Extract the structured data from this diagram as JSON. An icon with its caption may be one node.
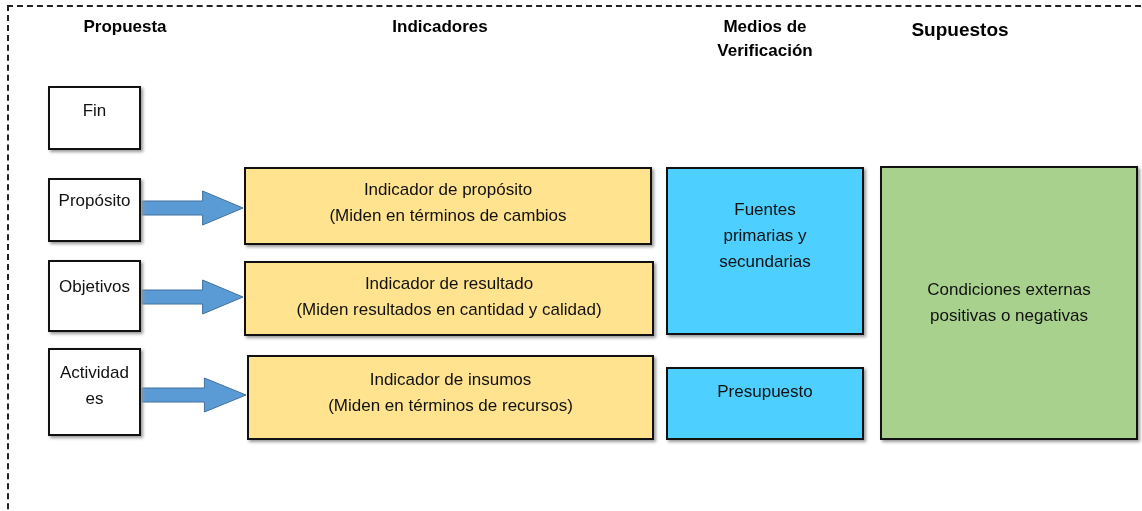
{
  "diagram": {
    "nodes": [
      {
        "text": [
          "Fin"
        ]
      },
      {
        "text": [
          "Propósito"
        ]
      },
      {
        "text": [
          "Objetivos"
        ]
      },
      {
        "text": [
          "Actividades"
        ]
      },
      {
        "text": [
          "Indicador de propósito",
          "(Miden en términos de cambios"
        ]
      },
      {
        "text": [
          "Indicador de resultado",
          "(Miden resultados en cantidad y calidad)"
        ]
      },
      {
        "text": [
          "Indicador de insumos",
          "(Miden en términos de recursos)"
        ]
      },
      {
        "text": [
          "Fuentes primarias y secundarias"
        ]
      },
      {
        "text": [
          "Presupuesto"
        ]
      },
      {
        "text": [
          "Condiciones externas positivas o negativas"
        ]
      }
    ],
    "edges": [
      {
        "from": 1,
        "to": 4,
        "arrow": "to"
      },
      {
        "from": 2,
        "to": 5,
        "arrow": "to"
      },
      {
        "from": 3,
        "to": 6,
        "arrow": "to"
      }
    ],
    "labels": [
      "Propuesta",
      "Indicadores",
      "Medios de Verificación",
      "Supuestos"
    ]
  }
}
